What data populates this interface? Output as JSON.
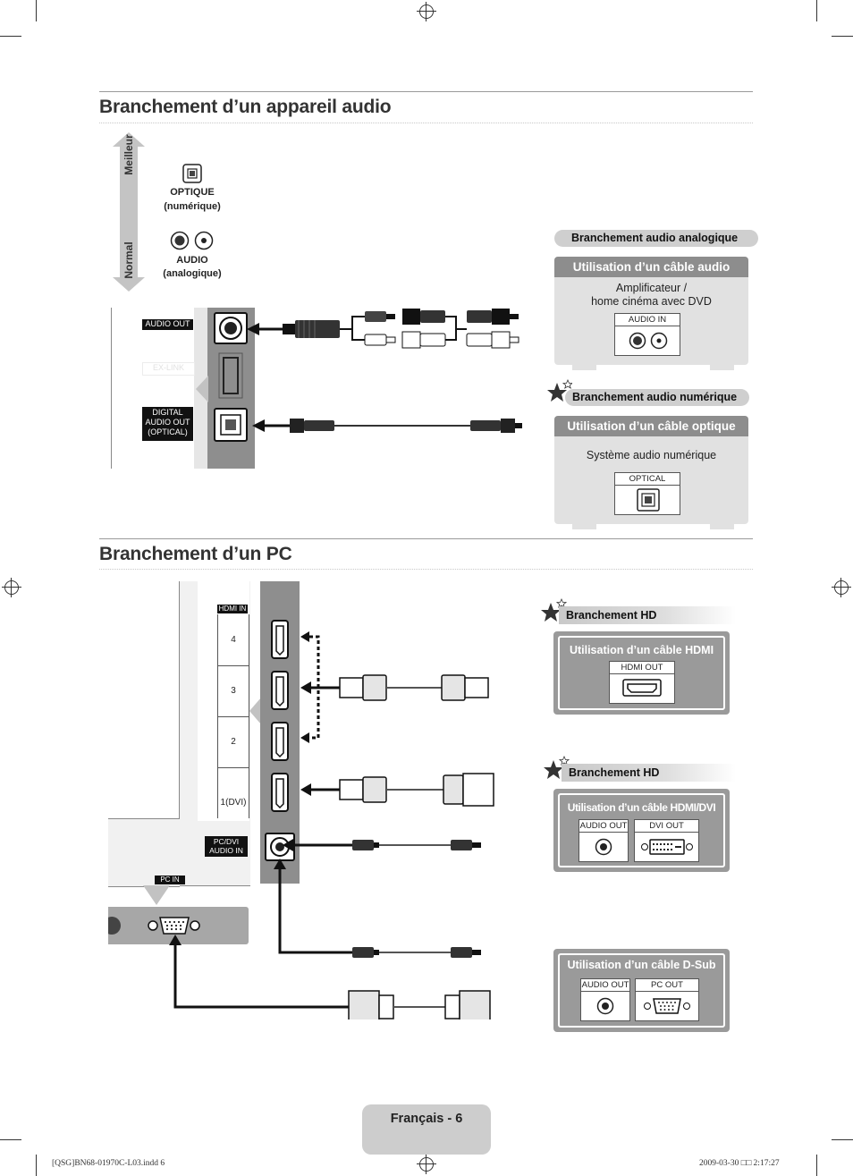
{
  "audio_section": {
    "title": "Branchement d’un appareil audio",
    "scale_best": "Meilleur",
    "scale_normal": "Normal",
    "optical_label": "OPTIQUE",
    "optical_sub": "(numérique)",
    "audio_label": "AUDIO",
    "audio_sub": "(analogique)",
    "tv_audio_out": "AUDIO OUT",
    "tv_ex_link": "EX-LINK",
    "tv_digital_audio_out": [
      "DIGITAL",
      "AUDIO OUT",
      "(OPTICAL)"
    ],
    "analog_header": "Branchement audio analogique",
    "analog_box_title": "Utilisation d’un câble audio",
    "analog_device": [
      "Amplificateur /",
      "home cinéma avec DVD"
    ],
    "analog_port": "AUDIO IN",
    "digital_header": "Branchement audio numérique",
    "digital_box_title": "Utilisation d’un câble optique",
    "digital_device": "Système audio numérique",
    "digital_port": "OPTICAL"
  },
  "pc_section": {
    "title": "Branchement d’un PC",
    "tv_hdmi_in": "HDMI IN",
    "hdmi_numbers": [
      "4",
      "3",
      "2",
      "1(DVI)"
    ],
    "tv_pc_dvi_audio_in": [
      "PC/DVI",
      "AUDIO IN"
    ],
    "tv_pc_in": "PC IN",
    "hd_header_1": "Branchement HD",
    "hdmi_box_title": "Utilisation d’un câble HDMI",
    "hdmi_out_port": "HDMI OUT",
    "hd_header_2": "Branchement HD",
    "hdmidvi_box_title": "Utilisation d’un câble HDMI/DVI",
    "hdmidvi_ports": [
      "AUDIO OUT",
      "DVI OUT"
    ],
    "dsub_box_title": "Utilisation d’un câble D-Sub",
    "dsub_ports": [
      "AUDIO OUT",
      "PC OUT"
    ]
  },
  "footer": {
    "page_label": "Français - 6",
    "slug_left": "[QSG]BN68-01970C-L03.indd   6",
    "slug_right": "2009-03-30   □□ 2:17:27"
  },
  "icons": [
    "registration-mark-icon",
    "optical-port-icon",
    "rca-port-icon",
    "hdmi-port-icon",
    "dvi-port-icon",
    "vga-port-icon",
    "star-icon",
    "rca-cable-icon",
    "optical-cable-icon",
    "hdmi-cable-icon",
    "dvi-cable-icon",
    "dsub-cable-icon"
  ]
}
